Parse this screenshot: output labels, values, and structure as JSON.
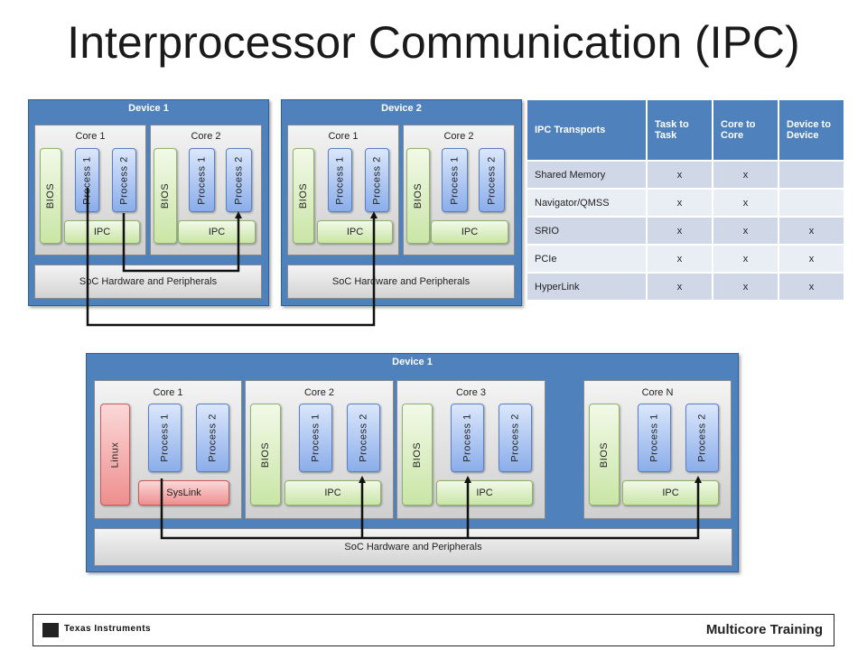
{
  "title": "Interprocessor Communication (IPC)",
  "top_devices": [
    {
      "label": "Device 1",
      "cores": [
        {
          "label": "Core 1",
          "os": "BIOS",
          "processes": [
            "Process 1",
            "Process 2"
          ],
          "ipc": "IPC"
        },
        {
          "label": "Core 2",
          "os": "BIOS",
          "processes": [
            "Process 1",
            "Process 2"
          ],
          "ipc": "IPC"
        }
      ],
      "soc": "SoC Hardware and Peripherals"
    },
    {
      "label": "Device 2",
      "cores": [
        {
          "label": "Core 1",
          "os": "BIOS",
          "processes": [
            "Process 1",
            "Process 2"
          ],
          "ipc": "IPC"
        },
        {
          "label": "Core 2",
          "os": "BIOS",
          "processes": [
            "Process 1",
            "Process 2"
          ],
          "ipc": "IPC"
        }
      ],
      "soc": "SoC Hardware and Peripherals"
    }
  ],
  "table": {
    "headers": [
      "IPC Transports",
      "Task to Task",
      "Core to Core",
      "Device to Device"
    ],
    "rows": [
      [
        "Shared Memory",
        "x",
        "x",
        ""
      ],
      [
        "Navigator/QMSS",
        "x",
        "x",
        ""
      ],
      [
        "SRIO",
        "x",
        "x",
        "x"
      ],
      [
        "PCIe",
        "x",
        "x",
        "x"
      ],
      [
        "HyperLink",
        "x",
        "x",
        "x"
      ]
    ]
  },
  "bottom_device": {
    "label": "Device 1",
    "cores": [
      {
        "label": "Core 1",
        "os": "Linux",
        "processes": [
          "Process 1",
          "Process 2"
        ],
        "ipc": "SysLink"
      },
      {
        "label": "Core 2",
        "os": "BIOS",
        "processes": [
          "Process 1",
          "Process 2"
        ],
        "ipc": "IPC"
      },
      {
        "label": "Core 3",
        "os": "BIOS",
        "processes": [
          "Process 1",
          "Process 2"
        ],
        "ipc": "IPC"
      },
      {
        "label": "Core N",
        "os": "BIOS",
        "processes": [
          "Process 1",
          "Process 2"
        ],
        "ipc": "IPC"
      }
    ],
    "soc": "SoC Hardware and Peripherals"
  },
  "footer": {
    "logo_text": "Texas Instruments",
    "right_text": "Multicore Training"
  },
  "colors": {
    "device_blue": "#4f81bd",
    "bios_green": "#c9e5a6",
    "process_blue": "#8aadea",
    "linux_red": "#ee8e8e"
  }
}
